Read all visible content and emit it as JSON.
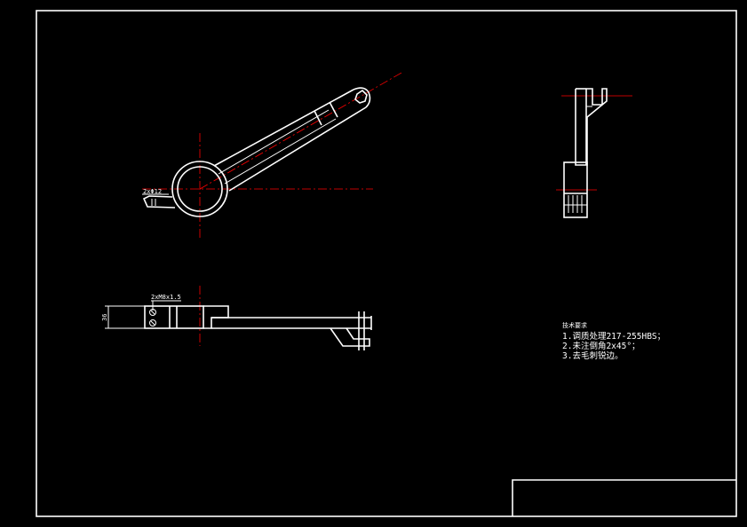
{
  "annotations": {
    "hole_callout": "2xΦ12",
    "thread_callout": "2xM8x1.5",
    "thickness_dim": "36"
  },
  "technical_requirements": {
    "title": "技术要求",
    "items": [
      "1.调质处理217-255HBS；",
      "2.未注倒角2x45°；",
      "3.去毛刺锐边。"
    ]
  },
  "title_block": {
    "content": ""
  },
  "colors": {
    "background": "#000000",
    "outline": "#ffffff",
    "centerline": "#ff0000"
  }
}
